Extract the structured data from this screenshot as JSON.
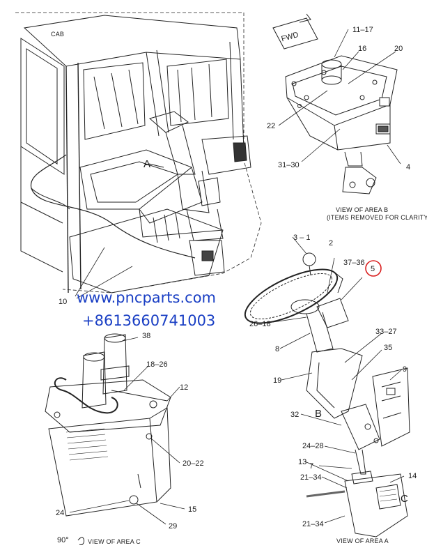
{
  "watermark": {
    "url": "www.pncparts.com",
    "phone": "+8613660741003",
    "color": "#1a3fc4"
  },
  "callout_highlight_color": "#d92020",
  "fwd_badge": "FWD",
  "cab_label": "CAB",
  "area_letters": {
    "a": "A",
    "b": "B",
    "c": "C"
  },
  "views": {
    "area_b_title": "VIEW OF AREA B",
    "area_b_note": "(ITEMS REMOVED FOR CLARITY)",
    "area_c_title": "VIEW OF AREA C",
    "area_c_rotation": "90°",
    "area_a_title": "VIEW OF AREA A"
  },
  "callouts": {
    "main": {
      "c10": "10"
    },
    "area_b": {
      "c11_17": "11–17",
      "c16": "16",
      "c20": "20",
      "c22": "22",
      "c31_30": "31–30",
      "c4": "4"
    },
    "area_a": {
      "c3_1": "3 – 1",
      "c2": "2",
      "c37_36": "37–36",
      "c5": "5",
      "c26_18": "26–18",
      "c8": "8",
      "c33_27": "33–27",
      "c35": "35",
      "c9": "9",
      "c19": "19",
      "c32": "32",
      "c24_28": "24–28",
      "c13": "13",
      "c7": "7",
      "c21_34a": "21–34",
      "c14": "14",
      "c21_34b": "21–34"
    },
    "area_c": {
      "c38": "38",
      "c18_26": "18–26",
      "c12": "12",
      "c20_22": "20–22",
      "c24": "24",
      "c15": "15",
      "c29": "29"
    }
  }
}
